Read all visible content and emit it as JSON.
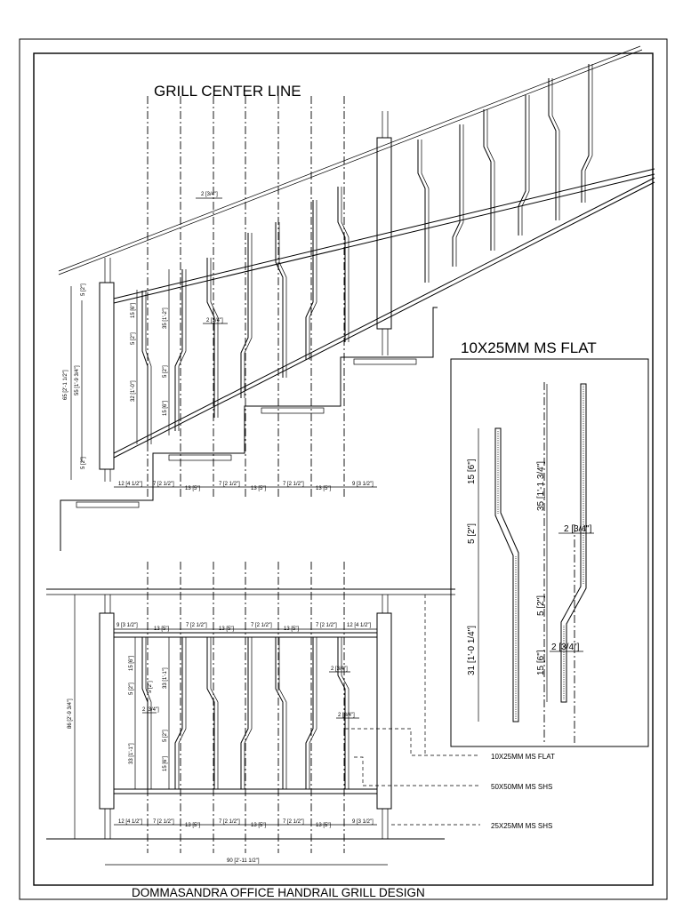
{
  "titles": {
    "grill_center_line": "GRILL CENTER LINE",
    "ms_flat_title": "10X25MM MS FLAT",
    "sheet_title": "DOMMASANDRA OFFICE HANDRAIL GRILL DESIGN"
  },
  "stair_view": {
    "top_gap": "2 [3/4\"]",
    "mid_gap": "2 [3/4\"]",
    "post_height_total": "65 [2'-1 1/2\"]",
    "post_height_inner": "55 [1'-9 3/4\"]",
    "top_offset": "5 [2\"]",
    "bottom_offset": "5 [2\"]",
    "bar_upper": "15 [6\"]",
    "bar_bend": "5 [2\"]",
    "bar_lower": "32 [1'-0\"]",
    "bar_upper2": "35 [1'-2\"]",
    "bar_bend2": "5 [2\"]",
    "bar_lower2": "15 [6\"]",
    "spacing": [
      "12 [4 1/2\"]",
      "7 [2 1/2\"]",
      "13 [5\"]",
      "7 [2 1/2\"]",
      "13 [5\"]",
      "7 [2 1/2\"]",
      "13 [5\"]",
      "9 [3 1/2\"]"
    ]
  },
  "ms_flat_detail": {
    "left_top": "15 [6\"]",
    "left_bend": "5 [2\"]",
    "left_bottom": "31 [1'-0 1/4\"]",
    "right_top": "35 [1'-1 3/4\"]",
    "right_gap": "2 [3/4\"]",
    "right_bend": "5 [2\"]",
    "right_bottom": "15 [6\"]",
    "bottom_gap": "2 [3/4\"]"
  },
  "elevation_view": {
    "top_spacing": [
      "9 [3 1/2\"]",
      "13 [5\"]",
      "7 [2 1/2\"]",
      "13 [5\"]",
      "7 [2 1/2\"]",
      "13 [5\"]",
      "7 [2 1/2\"]",
      "12 [4 1/2\"]"
    ],
    "bottom_spacing": [
      "12 [4 1/2\"]",
      "7 [2 1/2\"]",
      "13 [5\"]",
      "7 [2 1/2\"]",
      "13 [5\"]",
      "7 [2 1/2\"]",
      "13 [5\"]",
      "9 [3 1/2\"]"
    ],
    "overall_height": "86 [2'-9 3/4\"]",
    "overall_width": "90 [2'-11 1/2\"]",
    "bar_upper": "15 [6\"]",
    "bar_bend": "5 [2\"]",
    "bar_bend_b": "5 [2\"]",
    "bar_lower": "33 [1'-1\"]",
    "bar_upper2": "33 [1'-1\"]",
    "bar_bend2": "5 [2\"]",
    "bar_lower2": "15 [6\"]",
    "gap_a": "2 [3/4\"]",
    "gap_b": "2 [3/4\"]",
    "gap_c": "2 [3/4\"]"
  },
  "callouts": {
    "ms_flat": "10X25MM MS FLAT",
    "shs_50": "50X50MM MS SHS",
    "shs_25": "25X25MM MS SHS"
  }
}
